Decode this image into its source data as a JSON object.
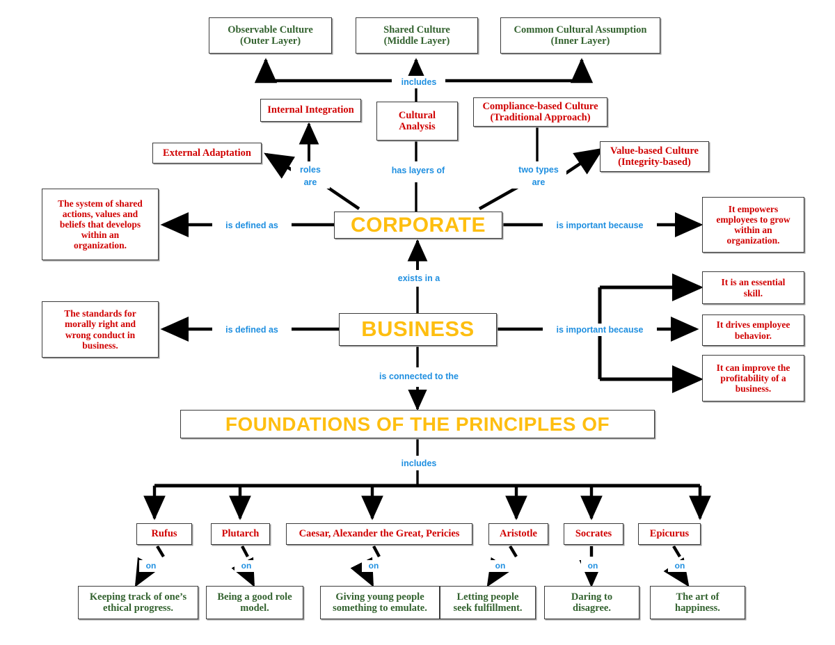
{
  "diagram": {
    "title": "Corporate Culture and Business Ethics Concept Map",
    "colors": {
      "green_text": "#33622f",
      "red_text": "#d00000",
      "gold_text": "#febe10",
      "link_label_blue": "#1f8fe0",
      "edge_black": "#000000",
      "box_border": "#3a3a3a"
    }
  },
  "nodes": {
    "observable_culture": "Observable Culture\n(Outer Layer)",
    "shared_culture": "Shared Culture\n(Middle Layer)",
    "common_cultural_assumption": "Common Cultural Assumption\n(Inner Layer)",
    "internal_integration": "Internal Integration",
    "cultural_analysis": "Cultural\nAnalysis",
    "compliance_based_culture": "Compliance-based Culture\n(Traditional Approach)",
    "external_adaptation": "External Adaptation",
    "value_based_culture": "Value-based Culture\n(Integrity-based)",
    "corporate": "CORPORATE",
    "corporate_definition": "The system of shared\nactions, values and\nbeliefs that develops\nwithin an\norganization.",
    "corporate_importance": "It empowers\nemployees to grow\nwithin an\norganization.",
    "business": "BUSINESS",
    "business_definition": "The standards for\nmorally right and\nwrong conduct in\nbusiness.",
    "business_importance_1": "It is an essential\nskill.",
    "business_importance_2": "It drives employee\nbehavior.",
    "business_importance_3": "It can improve the\nprofitability of a\nbusiness.",
    "foundations": "FOUNDATIONS OF THE PRINCIPLES OF",
    "philosophers": [
      "Rufus",
      "Plutarch",
      "Caesar, Alexander the Great, Pericies",
      "Aristotle",
      "Socrates",
      "Epicurus"
    ],
    "teachings": [
      "Keeping track of one’s\nethical progress.",
      "Being a good role\nmodel.",
      "Giving young people\nsomething to emulate.",
      "Letting people\nseek fulfillment.",
      "Daring to\ndisagree.",
      "The art of\nhappiness."
    ]
  },
  "link_labels": {
    "includes_top": "includes",
    "roles_are": "roles\nare",
    "has_layers_of": "has layers of",
    "two_types_are": "two types\nare",
    "corporate_is_defined_as": "is defined as",
    "corporate_is_important_because": "is important because",
    "exists_in_a": "exists in a",
    "business_is_defined_as": "is defined as",
    "business_is_important_because": "is important because",
    "is_connected_to_the": "is connected to the",
    "includes_bottom": "includes",
    "on_labels": [
      "on",
      "on",
      "on",
      "on",
      "on",
      "on"
    ]
  }
}
